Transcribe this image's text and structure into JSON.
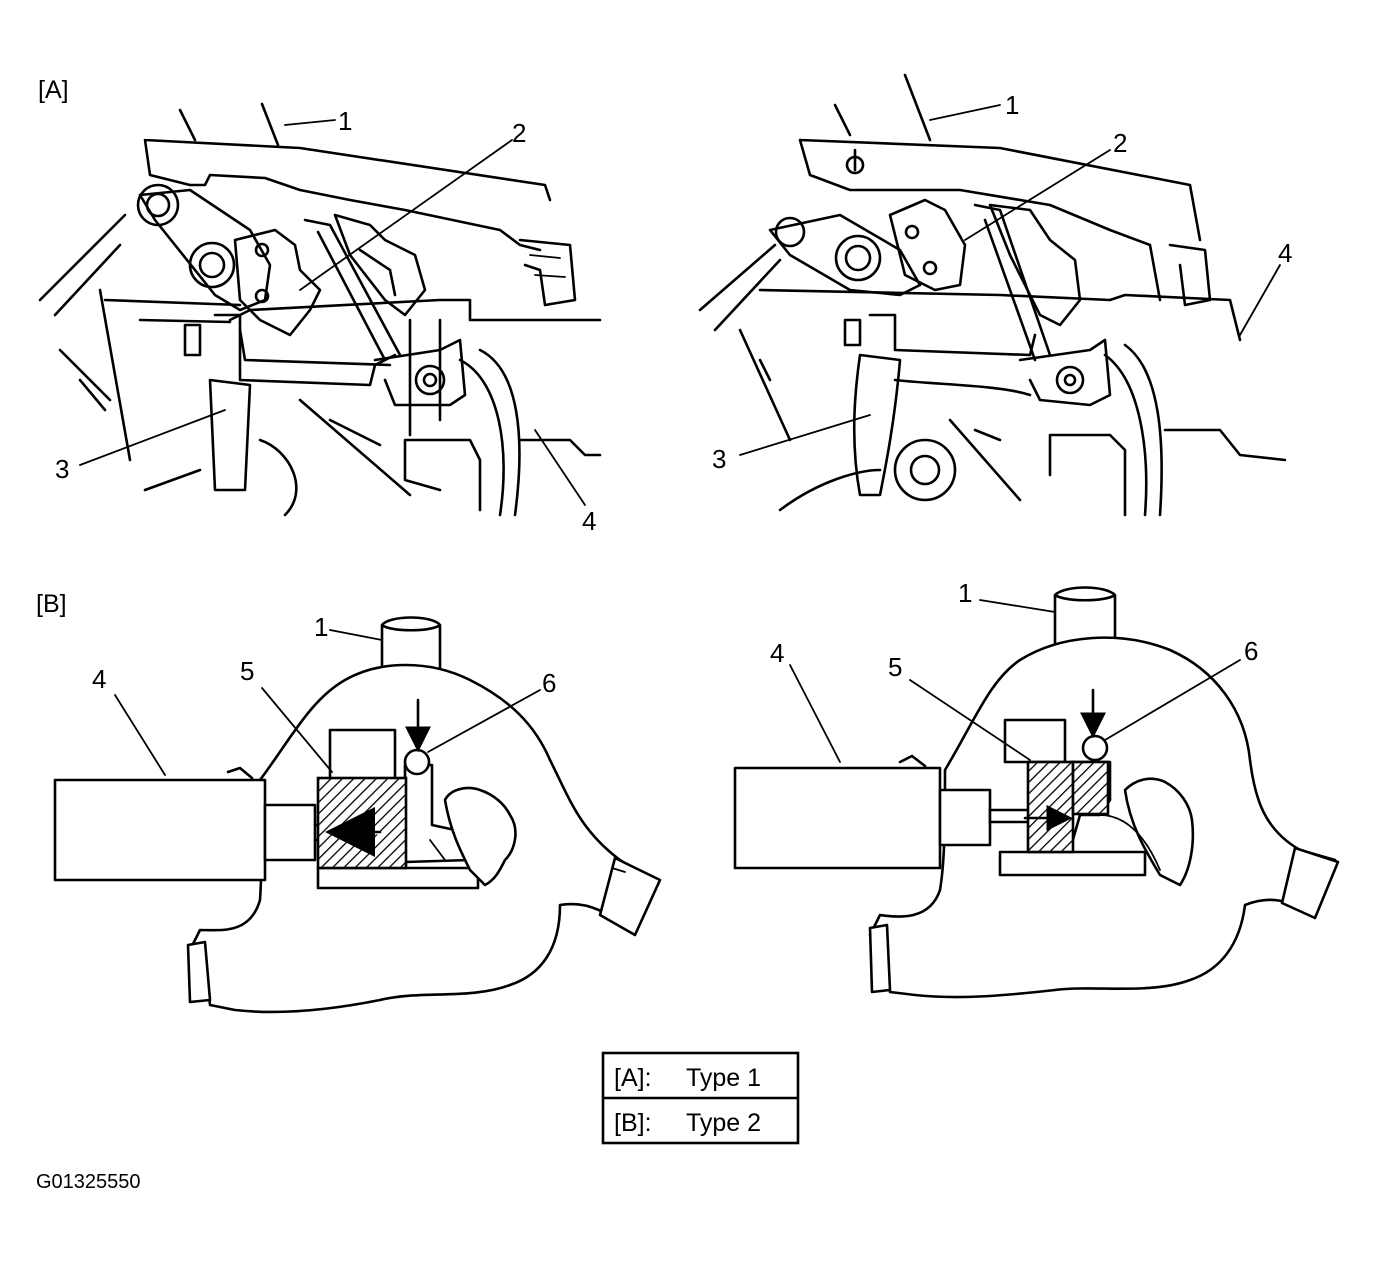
{
  "panels": {
    "a": {
      "label": "[A]"
    },
    "b": {
      "label": "[B]"
    }
  },
  "callouts": {
    "n1": "1",
    "n2": "2",
    "n3": "3",
    "n4": "4",
    "n5": "5",
    "n6": "6"
  },
  "legend": {
    "rows": [
      {
        "key": "[A]:",
        "value": "Type 1"
      },
      {
        "key": "[B]:",
        "value": "Type 2"
      }
    ]
  },
  "figure_code": "G01325550"
}
